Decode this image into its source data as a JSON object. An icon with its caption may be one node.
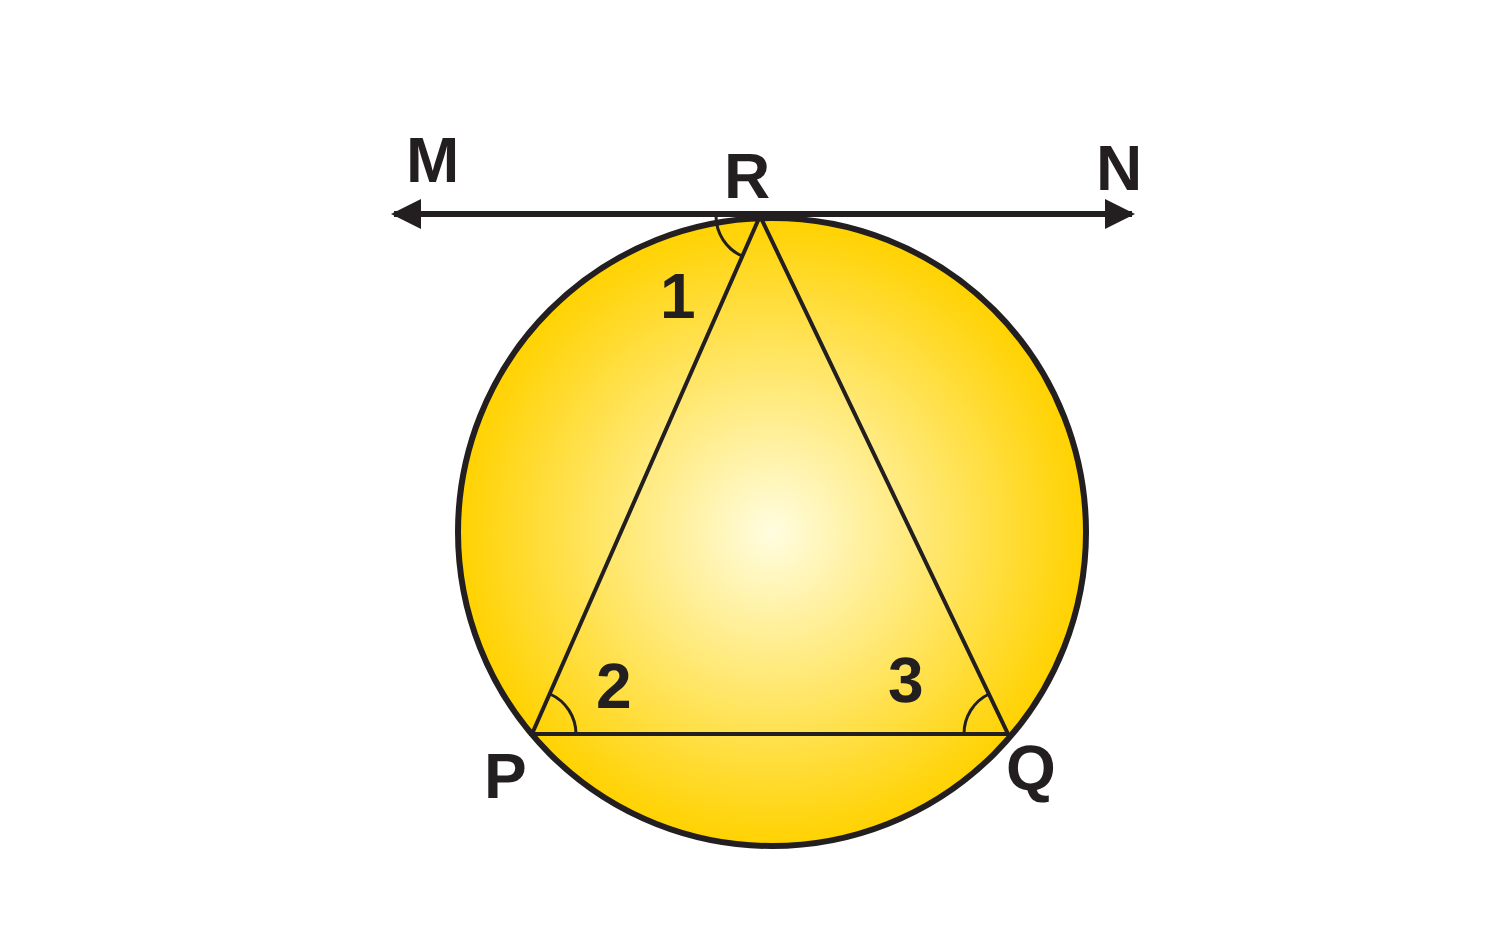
{
  "diagram": {
    "nodes": [
      {
        "text": [
          "M"
        ]
      },
      {
        "text": [
          "N"
        ]
      }
    ],
    "edges": [
      {
        "from": 0,
        "to": 1,
        "arrow": "both"
      }
    ],
    "labels": [
      "R",
      "1",
      "2",
      "3",
      "P",
      "Q"
    ]
  }
}
